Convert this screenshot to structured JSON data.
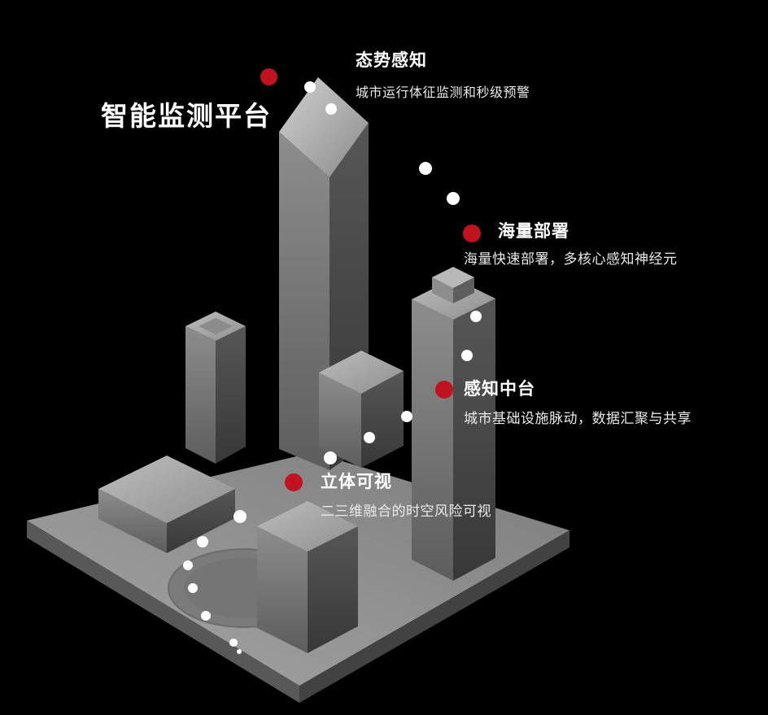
{
  "title": "智能监测平台",
  "features": [
    {
      "name": "态势感知",
      "desc": "城市运行体征监测和秒级预警"
    },
    {
      "name": "海量部署",
      "desc": "海量快速部署，多核心感知神经元"
    },
    {
      "name": "感知中台",
      "desc": "城市基础设施脉动，数据汇聚与共享"
    },
    {
      "name": "立体可视",
      "desc": "二三维融合的时空风险可视"
    }
  ],
  "colors": {
    "background": "#000000",
    "accent": "#c1121f",
    "dot": "#ffffff"
  }
}
